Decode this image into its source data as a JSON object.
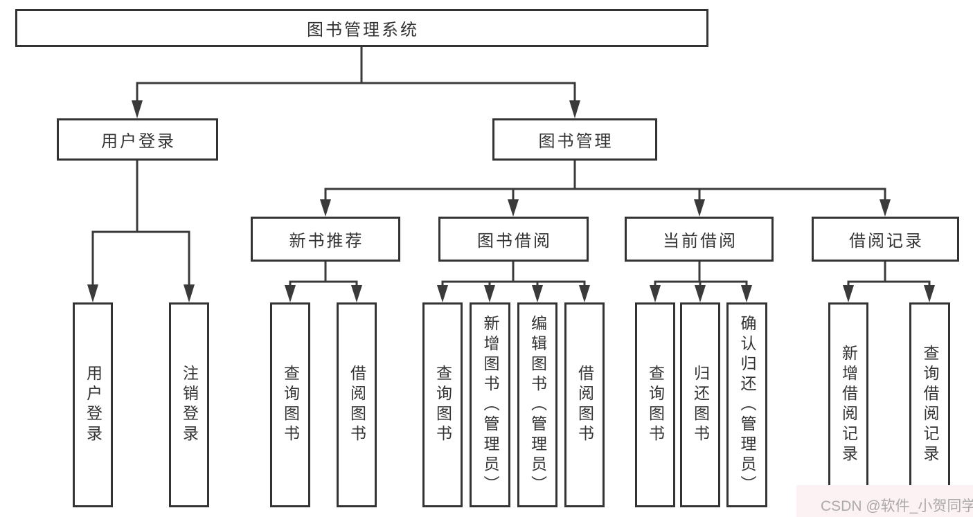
{
  "colors": {
    "line": "#3a3a3a",
    "box_border": "#333333",
    "box_fill": "#ffffff",
    "text": "#333333",
    "watermark": "#ababab",
    "watermark_bg": "#fcf1f3"
  },
  "title": {
    "label": "图书管理系统"
  },
  "branches": {
    "user_login": {
      "label": "用户登录",
      "children": [
        {
          "label": "用户登录"
        },
        {
          "label": "注销登录"
        }
      ]
    },
    "book_management": {
      "label": "图书管理",
      "sections": [
        {
          "label": "新书推荐",
          "children": [
            {
              "label": "查询图书"
            },
            {
              "label": "借阅图书"
            }
          ]
        },
        {
          "label": "图书借阅",
          "children": [
            {
              "label": "查询图书"
            },
            {
              "label": "新增图书（管理员）"
            },
            {
              "label": "编辑图书（管理员）"
            },
            {
              "label": "借阅图书"
            }
          ]
        },
        {
          "label": "当前借阅",
          "children": [
            {
              "label": "查询图书"
            },
            {
              "label": "归还图书"
            },
            {
              "label": "确认归还（管理员）"
            }
          ]
        },
        {
          "label": "借阅记录",
          "children": [
            {
              "label": "新增借阅记录"
            },
            {
              "label": "查询借阅记录"
            }
          ]
        }
      ]
    }
  },
  "watermark": {
    "text": "CSDN @软件_小贺同学"
  }
}
